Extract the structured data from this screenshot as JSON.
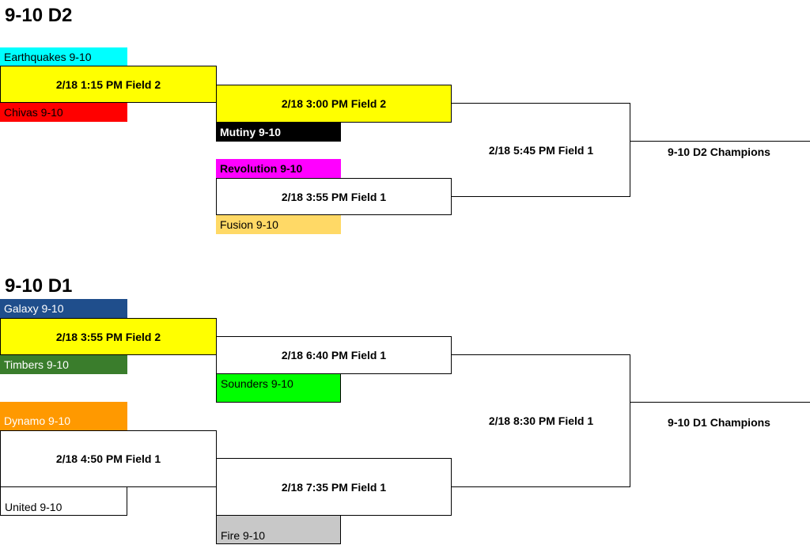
{
  "d2": {
    "title": "9-10 D2",
    "teams": {
      "earthquakes": "Earthquakes 9-10",
      "chivas": "Chivas 9-10",
      "mutiny": "Mutiny 9-10",
      "revolution": "Revolution 9-10",
      "fusion": "Fusion 9-10"
    },
    "games": {
      "g1": "2/18 1:15 PM Field 2",
      "g2": "2/18 3:00 PM Field 2",
      "g3": "2/18 3:55 PM Field 1",
      "final": "2/18 5:45 PM Field 1"
    },
    "champions": "9-10 D2 Champions"
  },
  "d1": {
    "title": "9-10 D1",
    "teams": {
      "galaxy": "Galaxy 9-10",
      "timbers": "Timbers 9-10",
      "sounders": "Sounders 9-10",
      "dynamo": "Dynamo 9-10",
      "united": "United 9-10",
      "fire": "Fire 9-10"
    },
    "games": {
      "g1": "2/18 3:55 PM Field 2",
      "g2": "2/18 6:40 PM Field 1",
      "g3": "2/18 4:50 PM Field 1",
      "g4": "2/18 7:35 PM Field 1",
      "final": "2/18 8:30 PM Field 1"
    },
    "champions": "9-10 D1 Champions"
  },
  "colors": {
    "yellow": "#ffff00",
    "cyan": "#00ffff",
    "red": "#ff0000",
    "black": "#000000",
    "magenta": "#ff00ff",
    "light_orange": "#ffd966",
    "navy": "#1f4e8c",
    "green_dark": "#3a7d2c",
    "bright_green": "#00ff00",
    "orange": "#ff9900",
    "gray": "#c8c8c8"
  }
}
